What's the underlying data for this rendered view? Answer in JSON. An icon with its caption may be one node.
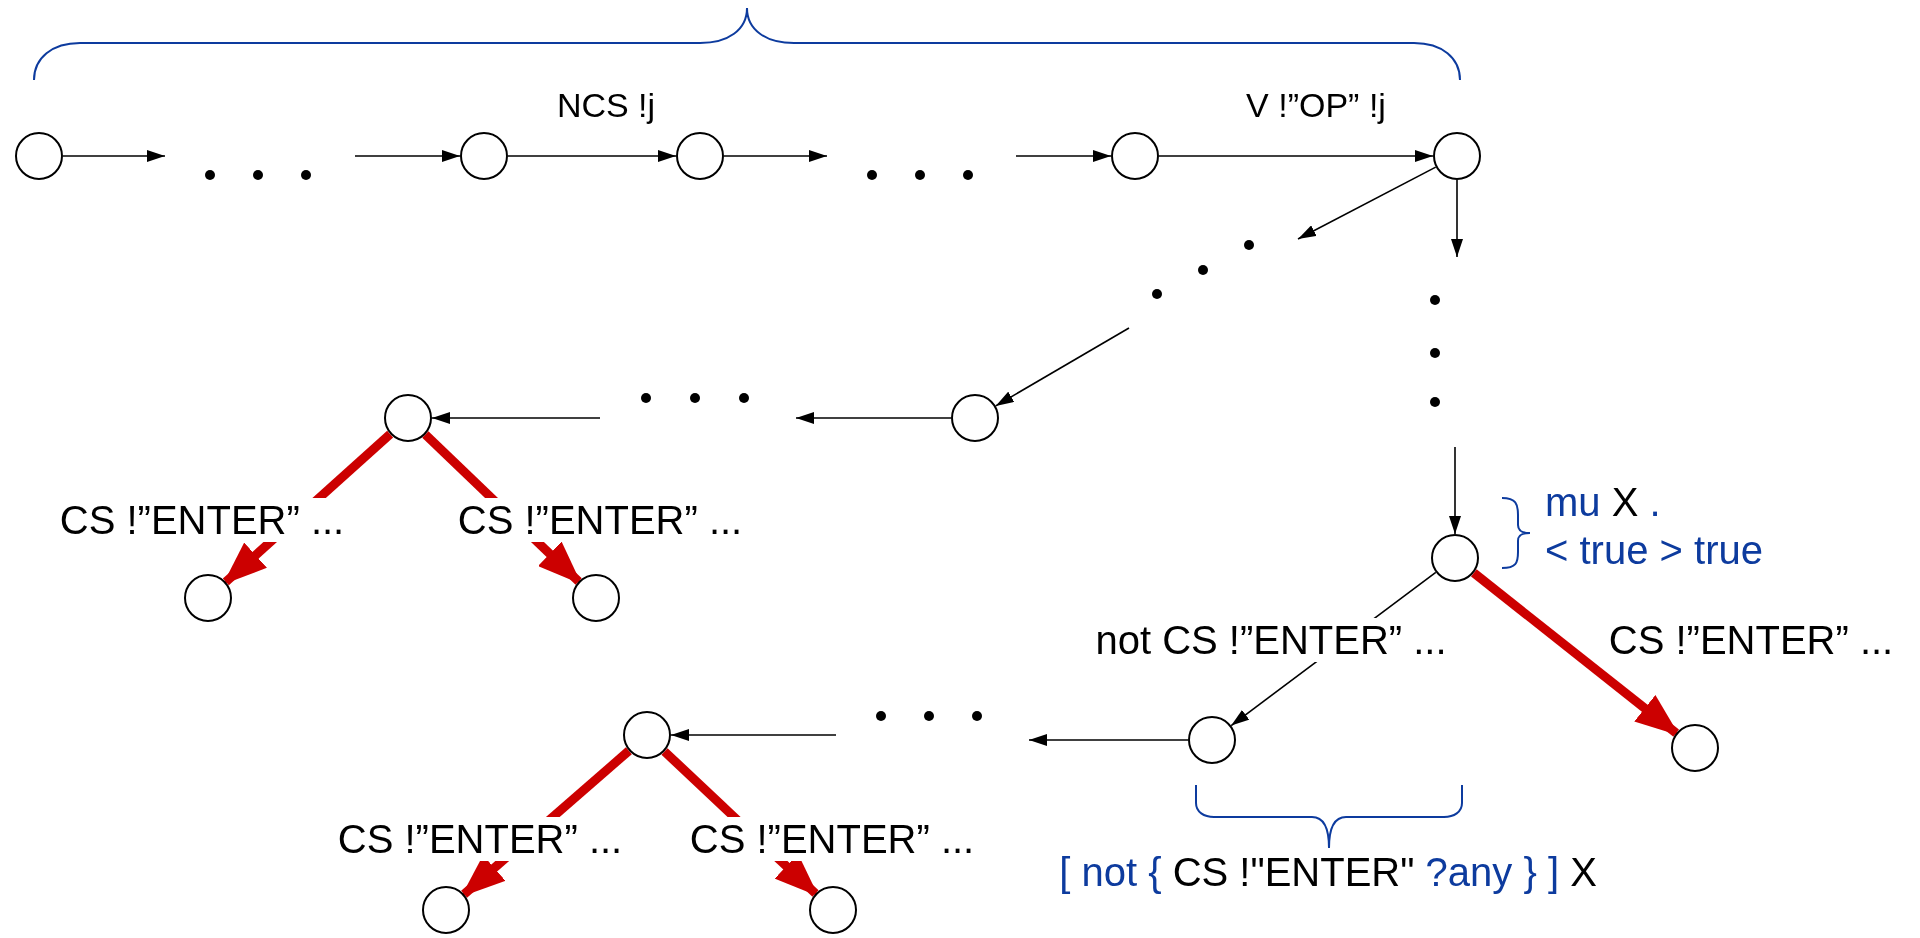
{
  "diagram": {
    "nodes": [
      {
        "text": [],
        "shape": "circle"
      },
      {
        "text": [],
        "shape": "dots"
      },
      {
        "text": [],
        "shape": "circle"
      },
      {
        "text": [],
        "shape": "circle"
      },
      {
        "text": [],
        "shape": "dots"
      },
      {
        "text": [],
        "shape": "circle"
      },
      {
        "text": [],
        "shape": "circle"
      },
      {
        "text": [],
        "shape": "dots"
      },
      {
        "text": [],
        "shape": "dots"
      },
      {
        "text": [],
        "shape": "circle"
      },
      {
        "text": [],
        "shape": "dots"
      },
      {
        "text": [],
        "shape": "circle"
      },
      {
        "text": [],
        "shape": "circle"
      },
      {
        "text": [],
        "shape": "circle"
      },
      {
        "text": [],
        "shape": "circle"
      },
      {
        "text": [],
        "shape": "circle"
      },
      {
        "text": [],
        "shape": "dots"
      },
      {
        "text": [],
        "shape": "circle"
      },
      {
        "text": [],
        "shape": "circle"
      },
      {
        "text": [],
        "shape": "circle"
      },
      {
        "text": [],
        "shape": "circle"
      }
    ],
    "edges": [
      {
        "from": 0,
        "to": 1,
        "arrow": "to"
      },
      {
        "from": 1,
        "to": 2,
        "arrow": "to"
      },
      {
        "from": 2,
        "to": 3,
        "arrow": "to",
        "label": "NCS !j"
      },
      {
        "from": 3,
        "to": 4,
        "arrow": "to"
      },
      {
        "from": 4,
        "to": 5,
        "arrow": "to"
      },
      {
        "from": 5,
        "to": 6,
        "arrow": "to",
        "label": "V !”OP” !j"
      },
      {
        "from": 6,
        "to": 7,
        "arrow": "to"
      },
      {
        "from": 7,
        "to": 11,
        "arrow": "to"
      },
      {
        "from": 11,
        "to": 10,
        "arrow": "to"
      },
      {
        "from": 10,
        "to": 9,
        "arrow": "to"
      },
      {
        "from": 9,
        "to": 12,
        "arrow": "to",
        "label": "CS !”ENTER” ...",
        "style": "thick",
        "color": "#cc0000"
      },
      {
        "from": 9,
        "to": 13,
        "arrow": "to",
        "label": "CS !”ENTER” ...",
        "style": "thick",
        "color": "#cc0000"
      },
      {
        "from": 6,
        "to": 8,
        "arrow": "to"
      },
      {
        "from": 8,
        "to": 14,
        "arrow": "to"
      },
      {
        "from": 14,
        "to": 17,
        "arrow": "to",
        "label": "not CS !”ENTER” ..."
      },
      {
        "from": 14,
        "to": 18,
        "arrow": "to",
        "label": "CS !”ENTER” ...",
        "style": "thick",
        "color": "#cc0000"
      },
      {
        "from": 17,
        "to": 16,
        "arrow": "to"
      },
      {
        "from": 16,
        "to": 15,
        "arrow": "to"
      },
      {
        "from": 15,
        "to": 19,
        "arrow": "to",
        "label": "CS !”ENTER” ...",
        "style": "thick",
        "color": "#cc0000"
      },
      {
        "from": 15,
        "to": 20,
        "arrow": "to",
        "label": "CS !”ENTER” ...",
        "style": "thick",
        "color": "#cc0000"
      }
    ],
    "labels": [
      "mu X . < true > true",
      "[ not { CS !\"ENTER\" ?any } ] X"
    ]
  }
}
